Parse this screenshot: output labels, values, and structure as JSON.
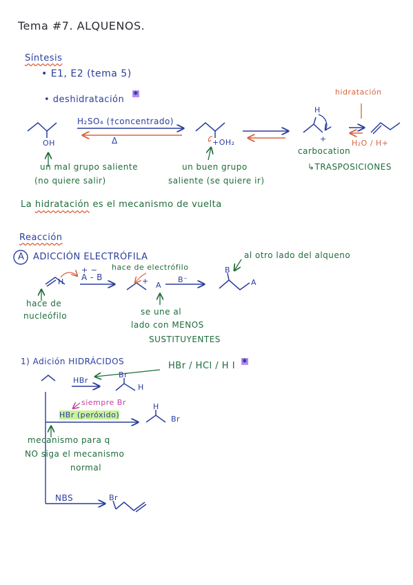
{
  "title": "Tema #7. ALQUENOS.",
  "sintesis": {
    "heading": "Síntesis",
    "item1": "• E1, E2 (tema 5)",
    "item2": "• deshidratación",
    "hidratacion_label": "hidratación",
    "reagent_forward": "H₂SO₄ (†concentrado)",
    "reagent_back": "Δ",
    "oh_label": "OH",
    "oh2_label": "+OH₂",
    "h_label": "H",
    "plus_label": "+",
    "h2o_label": "H₂O / H+",
    "carbocation_label": "carbocation",
    "transposiciones_label": "↳TRASPOSICIONES",
    "mal_grupo_line1": "un mal grupo saliente",
    "mal_grupo_line2": "(no quiere salir)",
    "buen_grupo_line1": "un buen grupo",
    "buen_grupo_line2": "saliente (se quiere ir)",
    "conclusion_prefix": "La",
    "conclusion_word": "hidratación",
    "conclusion_rest": "es el mecanismo de vuelta"
  },
  "reaccion": {
    "heading": "Reacción",
    "a_letter": "A",
    "a_title": "ADICCIÓN ELECTRÓFILA",
    "al_otro_lado": "al otro lado del alqueno",
    "h_label": "H",
    "ab_label": "A - B",
    "ab_charges": "+   −",
    "hace_electrofilo": "hace de electrófilo",
    "plus_label": "+",
    "a_label": "A",
    "b_minus": "B⁻",
    "b_label": "B",
    "a_label2": "A",
    "hace_nucleofilo_1": "hace de",
    "hace_nucleofilo_2": "nucleófilo",
    "se_une_1": "se une al",
    "se_une_2": "lado con MENOS",
    "se_une_3": "SUSTITUYENTES"
  },
  "hidracidos": {
    "title": "1) Adición HIDRÁCIDOS",
    "reagents": "HBr / HCl / H I",
    "hbr_label": "HBr",
    "br_label": "Br",
    "h_label": "H",
    "siempre_br": "siempre Br",
    "hbr_peroxido": "HBr (peróxido)",
    "h_label2": "H",
    "br_label2": "Br",
    "mecanismo_1": "mecanismo para q",
    "mecanismo_2": "NO siga el mecanismo",
    "mecanismo_3": "normal",
    "nbs_label": "NBS",
    "br_label3": "Br"
  }
}
